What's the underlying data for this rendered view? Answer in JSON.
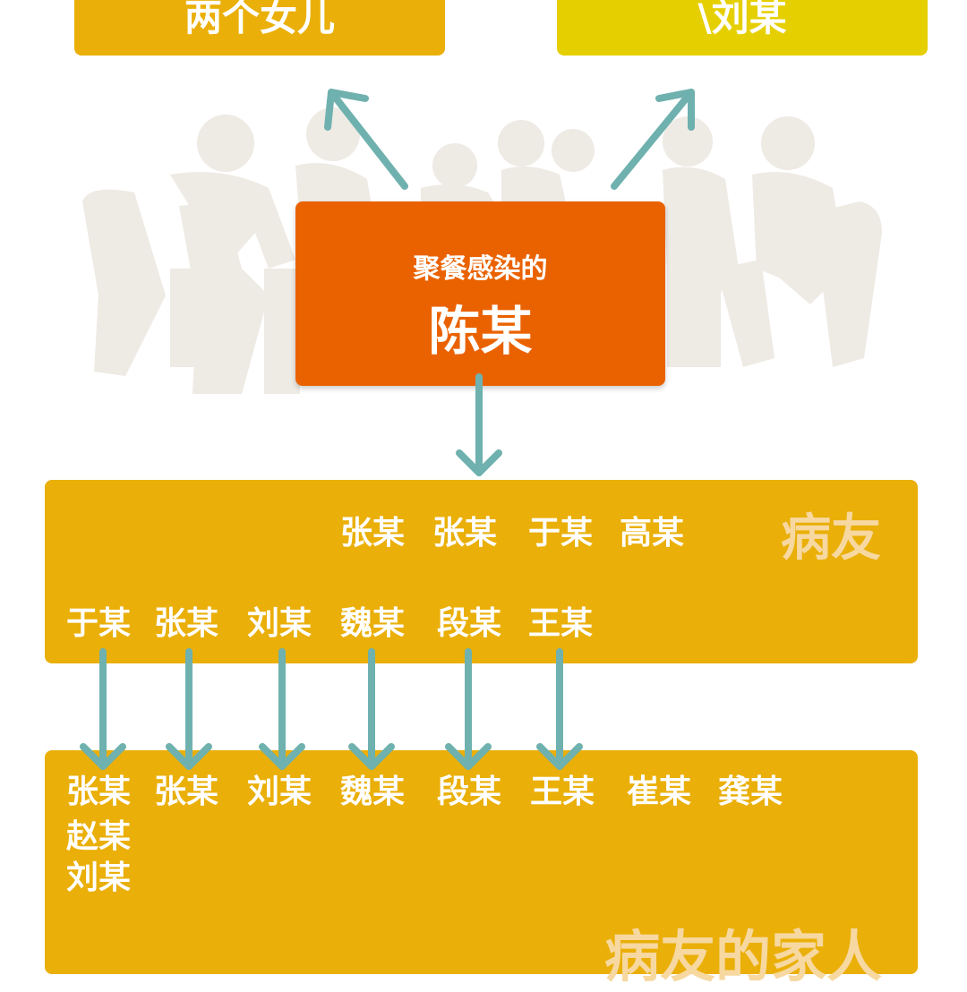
{
  "top_boxes": {
    "left_label": "两个女儿",
    "right_label": "\\刘某"
  },
  "center": {
    "subtitle": "聚餐感染的",
    "name": "陈某"
  },
  "friends_group": {
    "label": "病友",
    "row1": [
      "张某",
      "张某",
      "于某",
      "高某"
    ],
    "row2": [
      "于某",
      "张某",
      "刘某",
      "魏某",
      "段某",
      "王某"
    ]
  },
  "families_group": {
    "label": "病友的家人",
    "row1": [
      "张某",
      "张某",
      "刘某",
      "魏某",
      "段某",
      "王某",
      "崔某",
      "龚某"
    ],
    "col1_extra": [
      "赵某",
      "刘某"
    ]
  },
  "colors": {
    "arrow": "#6FB1AE",
    "gold": "#EAAF08",
    "yellow": "#E6CF00",
    "orange": "#EA6200"
  }
}
